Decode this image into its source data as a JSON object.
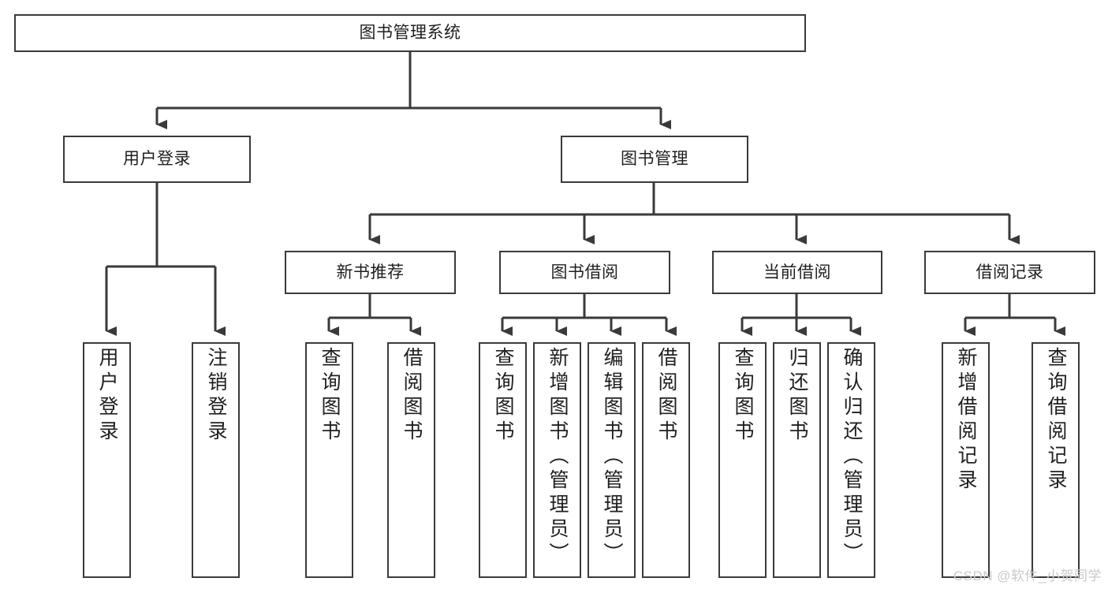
{
  "diagram": {
    "title": "图书管理系统",
    "root": {
      "label": "图书管理系统"
    },
    "tier2": [
      {
        "label": "用户登录"
      },
      {
        "label": "图书管理"
      }
    ],
    "tier3": [
      {
        "label": "新书推荐"
      },
      {
        "label": "图书借阅"
      },
      {
        "label": "当前借阅"
      },
      {
        "label": "借阅记录"
      }
    ],
    "leaves": {
      "user_login": [
        {
          "label": "用户登录"
        },
        {
          "label": "注销登录"
        }
      ],
      "new_book": [
        {
          "label": "查询图书"
        },
        {
          "label": "借阅图书"
        }
      ],
      "book_borrow": [
        {
          "label": "查询图书"
        },
        {
          "label": "新增图书（管理员）"
        },
        {
          "label": "编辑图书（管理员）"
        },
        {
          "label": "借阅图书"
        }
      ],
      "current_borrow": [
        {
          "label": "查询图书"
        },
        {
          "label": "归还图书"
        },
        {
          "label": "确认归还（管理员）"
        }
      ],
      "borrow_record": [
        {
          "label": "新增借阅记录"
        },
        {
          "label": "查询借阅记录"
        }
      ]
    }
  },
  "watermark": {
    "text": "CSDN @软件_小贺同学"
  },
  "colors": {
    "border": "#3a3a3a",
    "text": "#1f1f1f",
    "background": "#ffffff",
    "watermark": "#c9c9c9"
  }
}
